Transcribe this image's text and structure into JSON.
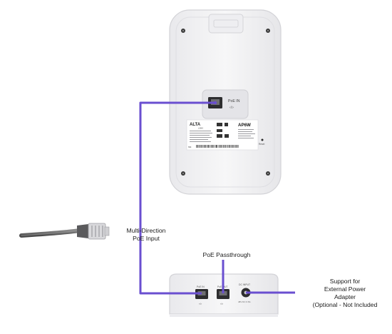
{
  "device": {
    "model": "AP6W",
    "brand": "ALTA",
    "brand_sub": "LABS",
    "port_label": "PoE IN",
    "port_arrows": "‹◊›",
    "reset_label": "Reset",
    "serial_prefix": "SN:"
  },
  "base_unit": {
    "ports": [
      {
        "label": "PoE IN",
        "icon": "‹◊›"
      },
      {
        "label": "PoE OUT",
        "icon": "‹◊›"
      },
      {
        "label": "DC INPUT",
        "icon": "48V DC 0.5A"
      }
    ]
  },
  "callouts": {
    "poe_input": [
      "Multi-Direction",
      "PoE Input"
    ],
    "passthrough": [
      "PoE Passthrough"
    ],
    "external_power": [
      "Support for",
      "External Power",
      "Adapter",
      "(Optional - Not Included"
    ]
  },
  "colors": {
    "cable": "#6a4fd0",
    "device_body": "#f1f1f3",
    "device_outline": "#d6d6da",
    "ethernet_cable": "#707070"
  }
}
